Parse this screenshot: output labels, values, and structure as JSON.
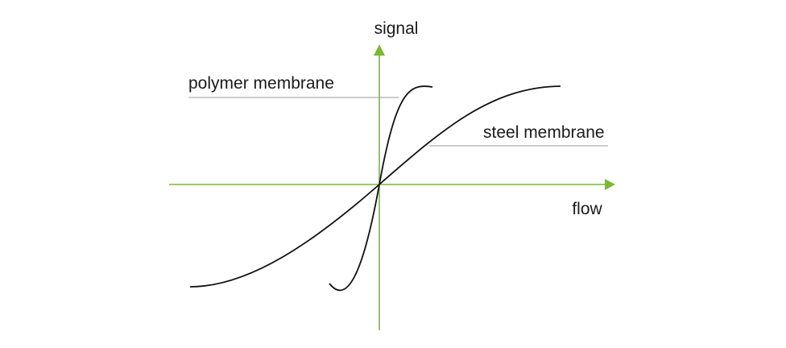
{
  "axes": {
    "x_label": "flow",
    "y_label": "signal",
    "color": "#7ab934"
  },
  "curves": [
    {
      "name": "polymer membrane",
      "label": "polymer membrane"
    },
    {
      "name": "steel membrane",
      "label": "steel membrane"
    }
  ],
  "colors": {
    "curve": "#111111",
    "leader": "#9a9a9a",
    "text": "#1a1a1a"
  }
}
